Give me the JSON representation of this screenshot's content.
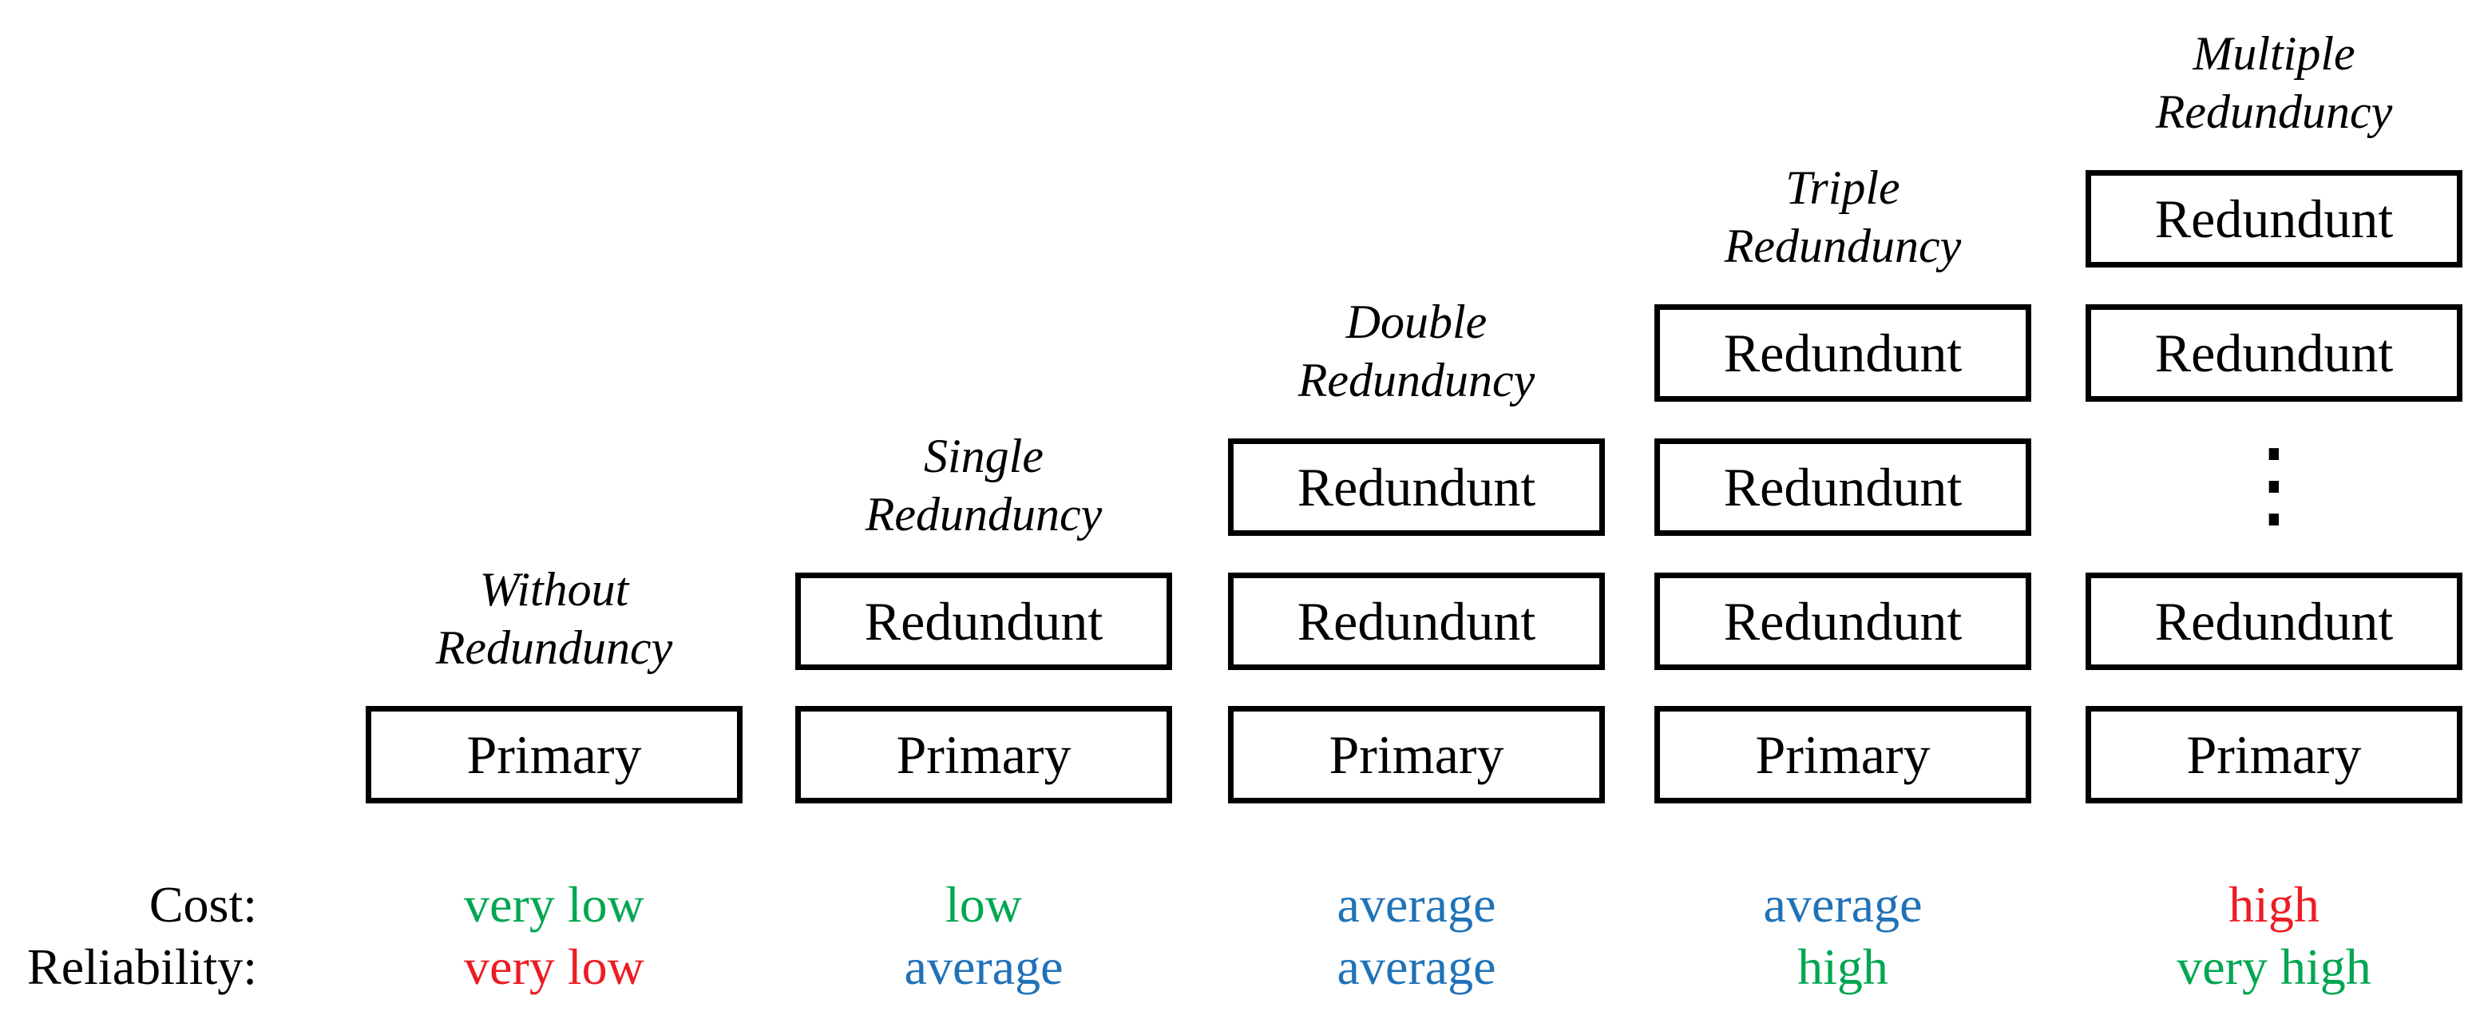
{
  "diagram": {
    "columns": [
      {
        "title_line1": "Without",
        "title_line2": "Redunduncy",
        "boxes": [
          "Primary"
        ],
        "cost": {
          "text": "very low",
          "color": "#00A651"
        },
        "reliability": {
          "text": "very low",
          "color": "#EC1C24"
        }
      },
      {
        "title_line1": "Single",
        "title_line2": "Redunduncy",
        "boxes": [
          "Redundunt",
          "Primary"
        ],
        "cost": {
          "text": "low",
          "color": "#00A651"
        },
        "reliability": {
          "text": "average",
          "color": "#1F72B8"
        }
      },
      {
        "title_line1": "Double",
        "title_line2": "Redunduncy",
        "boxes": [
          "Redundunt",
          "Redundunt",
          "Primary"
        ],
        "cost": {
          "text": "average",
          "color": "#1F72B8"
        },
        "reliability": {
          "text": "average",
          "color": "#1F72B8"
        }
      },
      {
        "title_line1": "Triple",
        "title_line2": "Redunduncy",
        "boxes": [
          "Redundunt",
          "Redundunt",
          "Redundunt",
          "Primary"
        ],
        "cost": {
          "text": "average",
          "color": "#1F72B8"
        },
        "reliability": {
          "text": "high",
          "color": "#00A651"
        }
      },
      {
        "title_line1": "Multiple",
        "title_line2": "Redunduncy",
        "boxes": [
          "Redundunt",
          "Redundunt",
          "Redundunt",
          "Primary"
        ],
        "ellipsis": "⋮",
        "cost": {
          "text": "high",
          "color": "#EC1C24"
        },
        "reliability": {
          "text": "very high",
          "color": "#00A651"
        }
      }
    ],
    "labels": {
      "cost": "Cost:",
      "reliability": "Reliability:"
    }
  }
}
